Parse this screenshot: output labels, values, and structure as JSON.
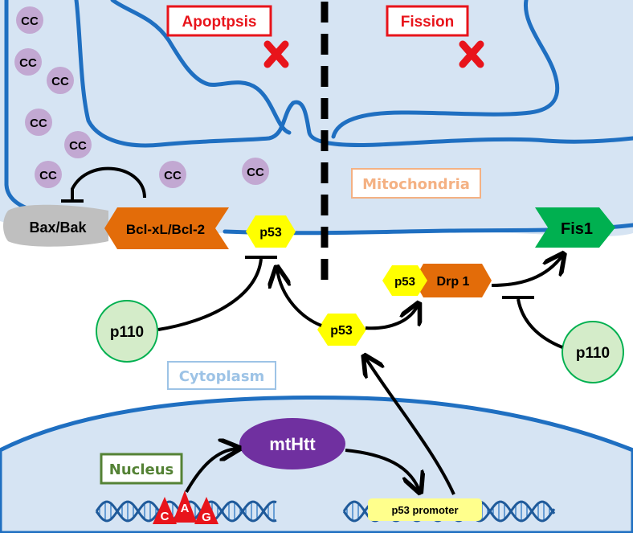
{
  "title_boxes": {
    "apoptosis": "Apoptpsis",
    "fission": "Fission"
  },
  "regions": {
    "mitochondria": "Mitochondria",
    "cytoplasm": "Cytoplasm",
    "nucleus": "Nucleus"
  },
  "cc_label": "CC",
  "proteins": {
    "bax_bak": "Bax/Bak",
    "bcl": "Bcl-xL/Bcl-2",
    "p53": "p53",
    "drp1": "Drp 1",
    "fis1": "Fis1",
    "p110": "p110",
    "mthtt": "mtHtt"
  },
  "dna": {
    "cag": [
      "C",
      "A",
      "G"
    ],
    "promoter": "p53 promoter"
  },
  "colors": {
    "membrane_blue": "#1f6fc1",
    "mito_fill": "#d6e4f3",
    "cc_purple": "#c2a8d2",
    "bcl_orange": "#e36c09",
    "p53_yellow": "#ffff00",
    "fis1_green": "#00b050",
    "p110_green": "#d4ecc9",
    "mthtt_purple": "#7030a0",
    "x_red": "#e8141b",
    "apoptosis_red": "#e8141b",
    "mito_label": "#f4b183",
    "cyto_label": "#9dc3e6",
    "nucleus_green": "#548235",
    "bax_grey": "#bfbfbf"
  }
}
